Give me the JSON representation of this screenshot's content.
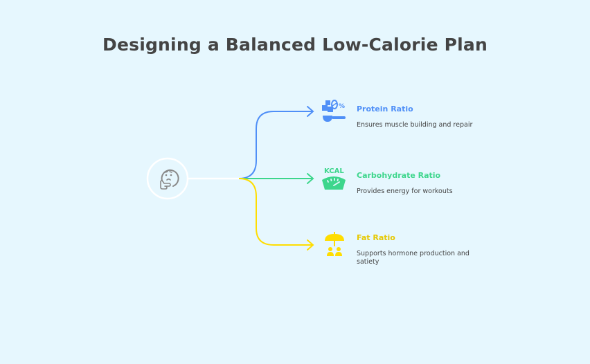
{
  "title": "Designing a Balanced Low-Calorie Plan",
  "center": {
    "icon": "thinking-face-icon"
  },
  "branches": [
    {
      "label": "Protein Ratio",
      "description": "Ensures muscle building and repair",
      "icon": "protein-scoop-icon",
      "color": "#4f8ff7"
    },
    {
      "label": "Carbohydrate Ratio",
      "description": "Provides energy for workouts",
      "icon": "kcal-scale-icon",
      "color": "#3dd68c"
    },
    {
      "label": "Fat Ratio",
      "description": "Supports hormone production and satiety",
      "icon": "umbrella-people-icon",
      "color": "#ffdd00"
    }
  ]
}
